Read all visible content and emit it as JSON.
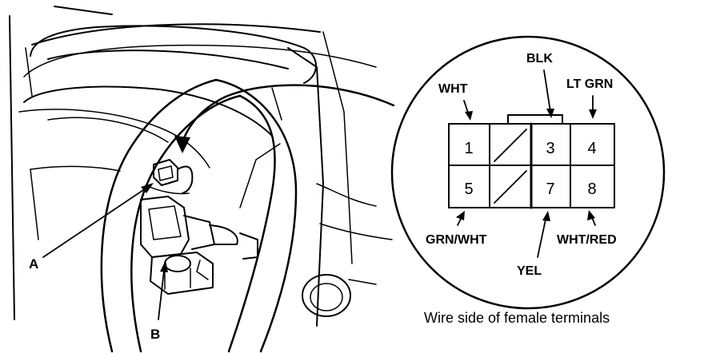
{
  "callouts": {
    "part_a": "A",
    "part_b": "B"
  },
  "wire_colors": {
    "terminal_1": "WHT",
    "terminal_3": "BLK",
    "terminal_4": "LT GRN",
    "terminal_5": "GRN/WHT",
    "terminal_7": "YEL",
    "terminal_8": "WHT/RED"
  },
  "connector": {
    "terminals": [
      "1",
      "3",
      "4",
      "5",
      "7",
      "8"
    ]
  },
  "caption": "Wire side of female terminals"
}
